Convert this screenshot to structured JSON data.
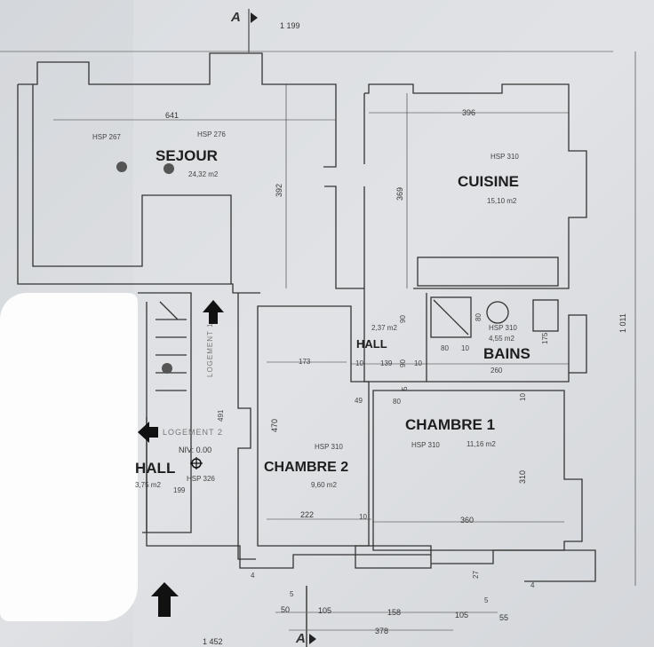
{
  "section_marker": "A",
  "overall_dimensions": {
    "top": "1 199",
    "right": "1 011",
    "bottom": "1 452"
  },
  "rooms": {
    "sejour": {
      "name": "SEJOUR",
      "area": "24,32 m2",
      "hsp": "HSP 276",
      "hsp_left": "HSP 267",
      "width": "641",
      "depth": "392"
    },
    "cuisine": {
      "name": "CUISINE",
      "area": "15,10 m2",
      "hsp": "HSP 310",
      "width": "396",
      "depth": "369"
    },
    "hall_top": {
      "name": "HALL",
      "area": "2,37 m2",
      "dim_90a": "90",
      "dim_90b": "90",
      "dim_10a": "10",
      "dim_139": "139",
      "dim_10b": "10"
    },
    "bains": {
      "name": "BAINS",
      "area": "4,55 m2",
      "hsp": "HSP 310",
      "dim_80a": "80",
      "dim_80b": "80",
      "dim_10": "10",
      "dim_175": "175",
      "dim_260": "260"
    },
    "chambre1": {
      "name": "CHAMBRE 1",
      "area": "11,16 m2",
      "hsp": "HSP 310",
      "dim_49": "49",
      "dim_80": "80",
      "dim_10": "10",
      "dim_310": "310",
      "dim_360": "360",
      "dim_5": "5"
    },
    "chambre2": {
      "name": "CHAMBRE 2",
      "area": "9,60 m2",
      "hsp": "HSP 310",
      "dim_173": "173",
      "dim_470": "470",
      "dim_222": "222",
      "dim_10": "10"
    },
    "hall": {
      "name": "HALL",
      "area": "3,75 m2",
      "hsp": "HSP 326",
      "level": "NIV: 0.00",
      "dim_199": "199",
      "dim_491": "491"
    }
  },
  "labels": {
    "logement1": "LOGEMENT 1",
    "logement2": "LOGEMENT 2"
  },
  "bottom_dimensions": [
    "50",
    "105",
    "158",
    "105",
    "55"
  ],
  "bottom_total": "378",
  "small_dims": {
    "d5a": "5",
    "d5b": "5",
    "d4a": "4",
    "d4b": "4",
    "d27": "27"
  }
}
